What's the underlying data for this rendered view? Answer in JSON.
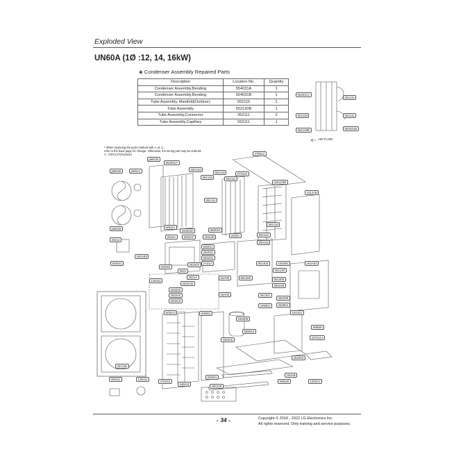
{
  "header": {
    "section_title": "Exploded View",
    "model_title": "UN60A (1Ø :12, 14, 16kW)"
  },
  "table": {
    "title": "◈ Condenser Assembly Repaired Parts",
    "columns": [
      "Description",
      "Location No.",
      "Quantity"
    ],
    "rows": [
      [
        "Condenser Assembly,Bending",
        "554031A",
        "1"
      ],
      [
        "Condenser Assembly,Bending",
        "554031B",
        "1"
      ],
      [
        "Tube Assembly, Manifold(Outdoor)",
        "552115",
        "1"
      ],
      [
        "Tube Assembly",
        "552120B",
        "1"
      ],
      [
        "Tube Assembly,Connector",
        "352111",
        "2"
      ],
      [
        "Tube Assembly,Capillary",
        "552111",
        "1"
      ]
    ]
  },
  "note": {
    "line1": "* When replacing the parts marked with A, B, C,",
    "line2": "refer to the back page for change. Otherwise, the wrong part may be ordered.",
    "line3": "A : CIRCUIT(Outdoor)"
  },
  "condenser_labels": {
    "airflow": "AIR FLOW",
    "l1": "554031A",
    "l2": "552111",
    "l3": "552115",
    "l4": "552111",
    "l5": "552120B",
    "l6": "554031B"
  },
  "labels": [
    "ja661B",
    "554031A",
    "250A03",
    "552115",
    "271510",
    "475512",
    "ja661B",
    "ja661A",
    "552115",
    "552111",
    "425123B",
    "43121B",
    "552111",
    "352115",
    "552122",
    "W6201",
    "2630420",
    "559010",
    "ja661B",
    "2632A",
    "2632AF",
    "261130",
    "2630A",
    "263115",
    "26211",
    "W6421",
    "262031",
    "262201",
    "2A21A",
    "263202",
    "651405",
    "1002B1",
    "262A02",
    "262A08",
    "651400",
    "352130",
    "W2002",
    "2531",
    "2531A",
    "2632AB",
    "26A05",
    "W3401",
    "263230",
    "263240",
    "263210",
    "26A00",
    "361251",
    "W26A2",
    "551009",
    "262240",
    "262209",
    "349001",
    "364801",
    "165308",
    "162141",
    "W868A",
    "237211A",
    "25711E",
    "W6151",
    "139111",
    "475010",
    "346211",
    "W3201",
    "350108",
    "430215",
    "565910",
    "150AB",
    "W5640",
    "160021",
    "262003",
    "W3901",
    "136311"
  ],
  "footer": {
    "page_number": "- 34 -",
    "copyright_line1": "Copyright © 2018 - 2022 LG Electronics Inc.",
    "copyright_line2": "All rights reserved. Only training and service purposes."
  }
}
